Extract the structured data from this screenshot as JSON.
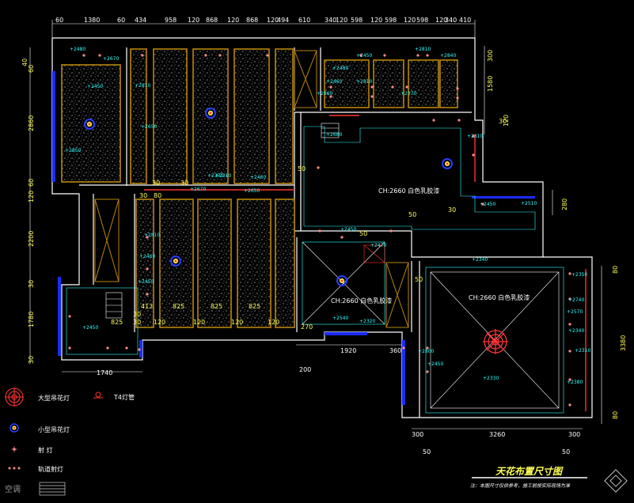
{
  "top_dims_left": [
    "60",
    "1380",
    "60",
    "434",
    "958",
    "120",
    "868",
    "120",
    "868",
    "120",
    "494",
    "610"
  ],
  "top_dims_right": [
    "340",
    "120",
    "598",
    "120",
    "598",
    "120",
    "598",
    "120",
    "340",
    "410"
  ],
  "left_dims": [
    "40",
    "60",
    "2860",
    "60",
    "120",
    "2200",
    "30",
    "1780",
    "30"
  ],
  "right_dims_top": [
    "300",
    "1580",
    "120"
  ],
  "right_dims_mid": [
    "280",
    "30"
  ],
  "right_dims_far": [
    "80",
    "3380",
    "80"
  ],
  "bottom_dims": {
    "left_1740": "1740",
    "d200": "200",
    "d1920": "1920",
    "d360": "360",
    "d300a": "300",
    "d3260": "3260",
    "d300b": "300",
    "d50a": "50",
    "d50b": "50"
  },
  "mid_dims": [
    "413",
    "825",
    "120",
    "825",
    "120",
    "825",
    "120",
    "825",
    "120",
    "30",
    "30",
    "30",
    "30",
    "50",
    "50",
    "30",
    "50",
    "80",
    "30",
    "50",
    "270"
  ],
  "room_labels": [
    {
      "id": "r1",
      "text": "CH:2660  白色乳胶漆"
    },
    {
      "id": "r2",
      "text": "CH:2660  白色乳胶漆"
    },
    {
      "id": "r3",
      "text": "CH:2660  白色乳胶漆"
    }
  ],
  "elevations": [
    "+2480",
    "+2670",
    "+2450",
    "+2810",
    "+2650",
    "+2850",
    "+2370",
    "+2460",
    "+2670",
    "+2650",
    "+2810",
    "+2460",
    "+2450",
    "+2480",
    "+2460",
    "+2810",
    "+2860",
    "+2450",
    "+2810",
    "+2840",
    "+2370",
    "+2680",
    "+2310",
    "+2450",
    "+2510",
    "+2470",
    "+2450",
    "+2340",
    "+2350",
    "+2740",
    "+2570",
    "+2340",
    "+2310",
    "+2380",
    "+2800",
    "+2450",
    "+2330",
    "+2540",
    "+2320",
    "+2310",
    "+2450"
  ],
  "legend": [
    {
      "icon": "big-light-icon",
      "label": "大型吊花灯"
    },
    {
      "icon": "t4-tube-icon",
      "label": "T4灯管"
    },
    {
      "icon": "small-light-icon",
      "label": "小型吊花灯"
    },
    {
      "icon": "downlight-icon",
      "label": "射 灯"
    },
    {
      "icon": "strip-light-icon",
      "label": "轨道射灯"
    },
    {
      "icon": "ac-vent-icon",
      "label": "空调"
    }
  ],
  "title": "天花布置尺寸图",
  "note": "注：本图尺寸仅供参考，施工前按实际现场为准",
  "colors": {
    "wall": "#ffffff",
    "red": "#ff3333",
    "blue": "#2a3cff",
    "cyan": "#33ffff",
    "yellow": "#ffff55",
    "wood": "#b8860b",
    "speckle": "#c8c8c8"
  }
}
